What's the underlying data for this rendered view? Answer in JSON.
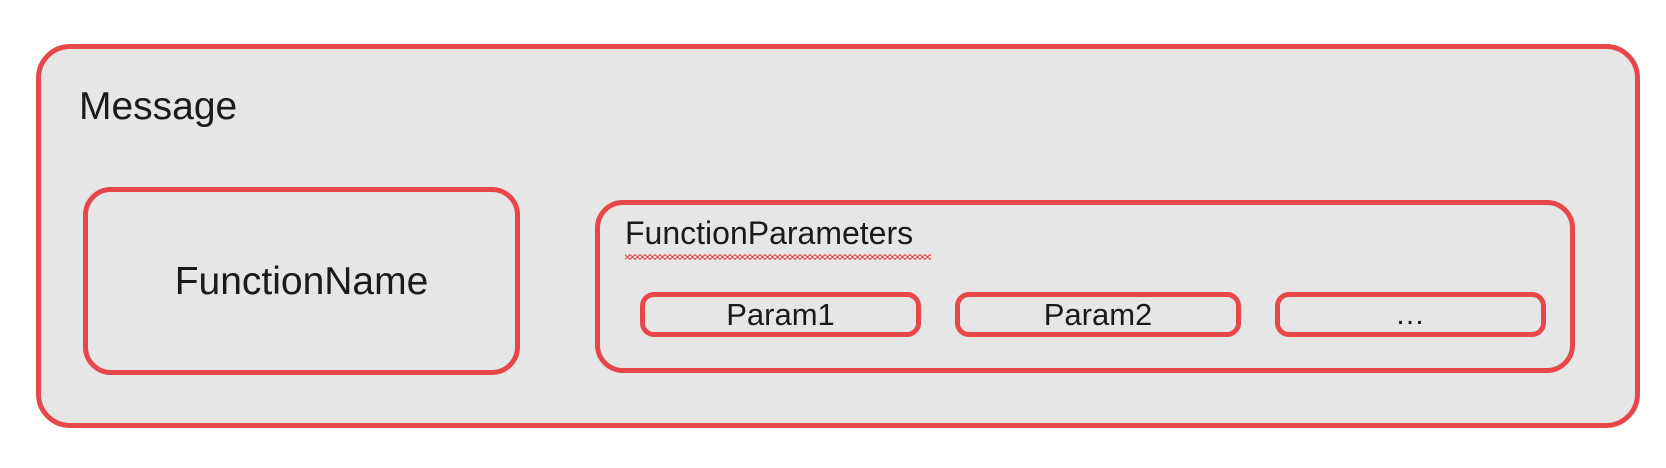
{
  "diagram": {
    "title": "Message",
    "accent_color": "#e8474a",
    "fill_color": "#e6e6e6",
    "page_background": "#ffffff",
    "text_color": "#1a1a1a",
    "message": {
      "label": "Message",
      "function_name": {
        "label": "FunctionName"
      },
      "function_parameters": {
        "label": "FunctionParameters",
        "spellcheck_underline": true,
        "params": [
          {
            "label": "Param1"
          },
          {
            "label": "Param2"
          },
          {
            "label": "…"
          }
        ]
      }
    }
  }
}
